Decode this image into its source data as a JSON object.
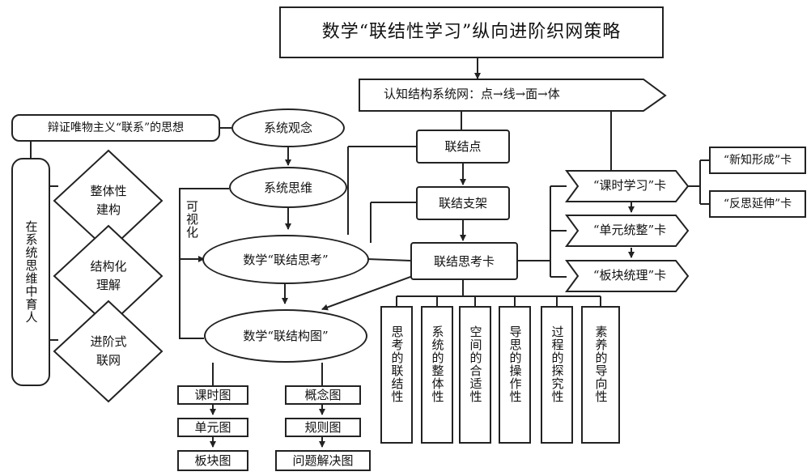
{
  "title": "数学“联结性学习”纵向进阶织网策略",
  "cognitive_structure": "认知结构系统网：点→线→面→体",
  "dialectic": "辩证唯物主义“联系”的思想",
  "systems_view": "系统观念",
  "systems_thinking": "系统思维",
  "visualize": "可视化",
  "math_thinking": "数学“联结思考”",
  "math_mapping": "数学“联结构图”",
  "educate": "在系统思维中育人",
  "diamonds": [
    "整体性建构",
    "结构化理解",
    "进阶式联网"
  ],
  "link_point": "联结点",
  "link_frame": "联结支架",
  "thinking_card": "联结思考卡",
  "cards": {
    "lesson": "“课时学习”卡",
    "new_knowledge": "“新知形成”卡",
    "reflection": "“反思延伸”卡",
    "unit": "“单元统整”卡",
    "module": "“板块统理”卡"
  },
  "properties": [
    "思考的联结性",
    "系统的整体性",
    "空间的合适性",
    "导思的操作性",
    "过程的探究性",
    "素养的导向性"
  ],
  "maps_left": [
    "课时图",
    "单元图",
    "板块图"
  ],
  "maps_right": [
    "概念图",
    "规则图",
    "问题解决图"
  ]
}
